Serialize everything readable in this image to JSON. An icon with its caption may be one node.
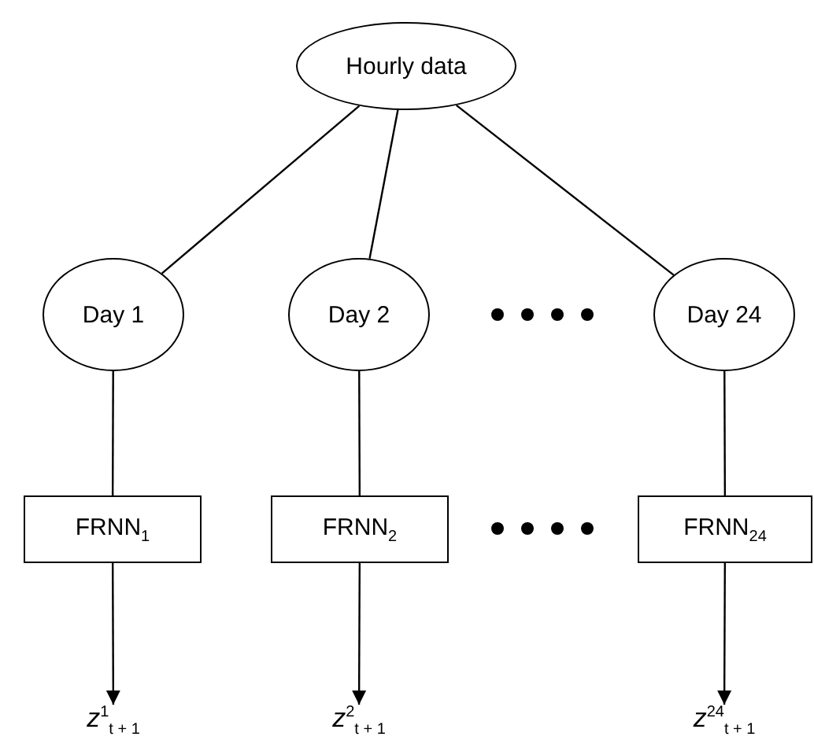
{
  "diagram": {
    "nodes": [
      {
        "text": [
          "Hourly data"
        ]
      },
      {
        "text": [
          "Day 1"
        ]
      },
      {
        "text": [
          "Day 2"
        ]
      },
      {
        "text": [
          "Day 24"
        ]
      },
      {
        "text": [
          "FRNN$_{1}$"
        ]
      },
      {
        "text": [
          "FRNN$_{2}$"
        ]
      },
      {
        "text": [
          "FRNN$_{24}$"
        ]
      },
      {
        "text": [
          "*z*$^{1}$$_{t + 1}$"
        ]
      },
      {
        "text": [
          "*z*$^{2}$$_{t + 1}$"
        ]
      },
      {
        "text": [
          "*z*$^{24}$$_{t + 1}$"
        ]
      }
    ],
    "edges": [
      {
        "from": 0,
        "to": 1,
        "arrow": "none"
      },
      {
        "from": 0,
        "to": 2,
        "arrow": "none"
      },
      {
        "from": 0,
        "to": 3,
        "arrow": "none"
      },
      {
        "from": 1,
        "to": 4,
        "arrow": "none"
      },
      {
        "from": 2,
        "to": 5,
        "arrow": "none"
      },
      {
        "from": 3,
        "to": 6,
        "arrow": "none"
      },
      {
        "from": 4,
        "to": 7,
        "arrow": "to"
      },
      {
        "from": 5,
        "to": 8,
        "arrow": "to"
      },
      {
        "from": 6,
        "to": 9,
        "arrow": "to"
      }
    ]
  }
}
